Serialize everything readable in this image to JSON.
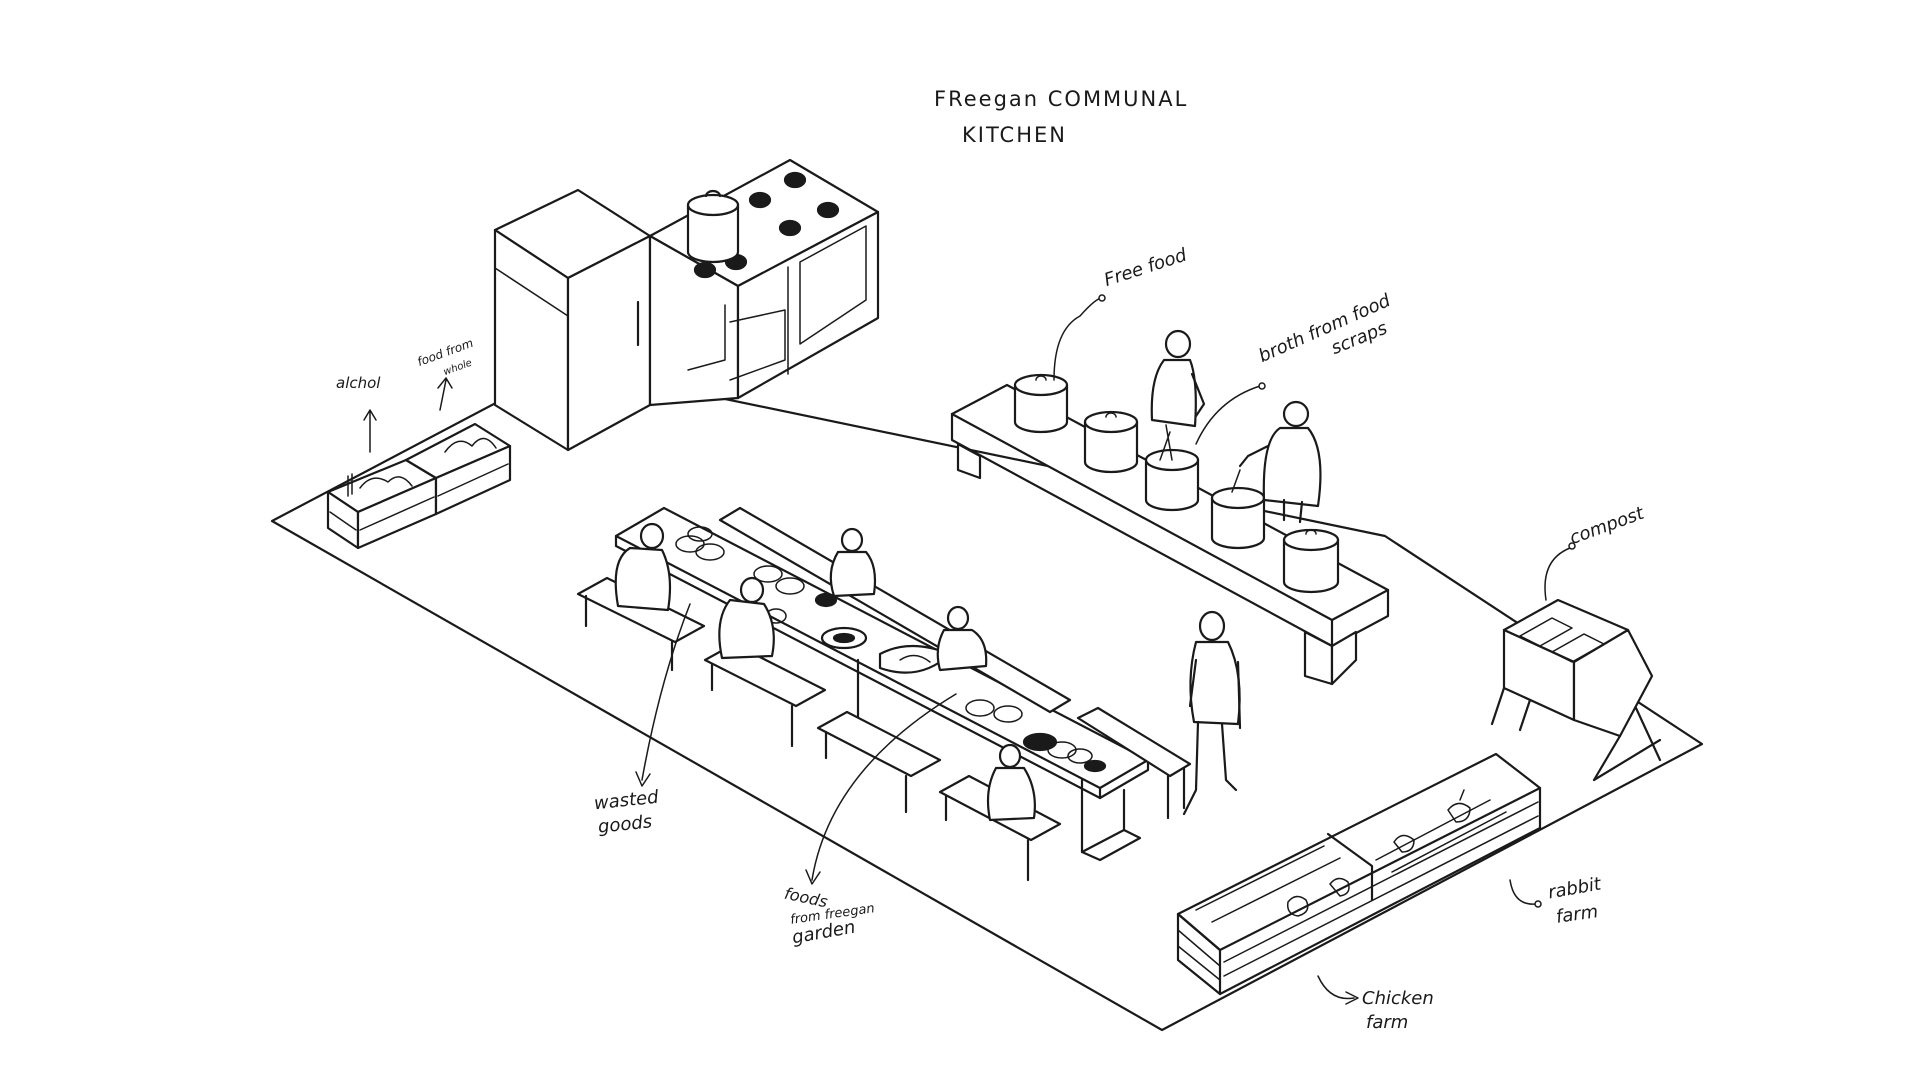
{
  "title": {
    "line1": "FReegan COMMUNAL",
    "line2": "KITCHEN"
  },
  "labels": {
    "free_food": "Free food",
    "broth_line1": "broth from food",
    "broth_line2": "scraps",
    "alcohol": "alchol",
    "food_from_line1": "food from",
    "food_from_line2": "whole",
    "compost": "compost",
    "wasted_line1": "wasted",
    "wasted_line2": "goods",
    "garden_line1": "foods",
    "garden_line2": "from freegan",
    "garden_line3": "garden",
    "rabbit_line1": "rabbit",
    "rabbit_line2": "farm",
    "chicken_line1": "Chicken",
    "chicken_line2": "farm"
  },
  "colors": {
    "ink": "#1a1a1a",
    "paper": "#ffffff"
  }
}
